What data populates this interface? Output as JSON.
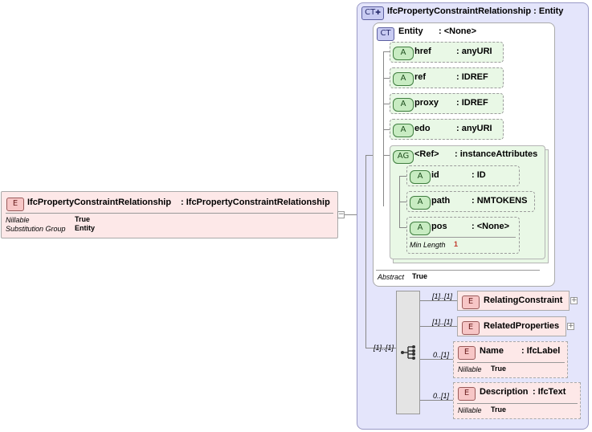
{
  "root": {
    "badge": "E",
    "name": "IfcPropertyConstraintRelationship",
    "type": ": IfcPropertyConstraintRelationship",
    "props": [
      {
        "label": "Nillable",
        "value": "True"
      },
      {
        "label": "Substitution Group",
        "value": "Entity"
      }
    ]
  },
  "complex_type": {
    "badge": "CT",
    "title": "IfcPropertyConstraintRelationship : Entity"
  },
  "entity": {
    "badge": "CT",
    "name": "Entity",
    "type": ": <None>",
    "abstract_label": "Abstract",
    "abstract_value": "True"
  },
  "attributes": [
    {
      "badge": "A",
      "name": "href",
      "type": ": anyURI"
    },
    {
      "badge": "A",
      "name": "ref",
      "type": ": IDREF"
    },
    {
      "badge": "A",
      "name": "proxy",
      "type": ": IDREF"
    },
    {
      "badge": "A",
      "name": "edo",
      "type": ": anyURI"
    }
  ],
  "attribute_group": {
    "badge": "AG",
    "name": "<Ref>",
    "type": ": instanceAttributes",
    "attributes": [
      {
        "badge": "A",
        "name": "id",
        "type": ": ID"
      },
      {
        "badge": "A",
        "name": "path",
        "type": ": NMTOKENS"
      },
      {
        "badge": "A",
        "name": "pos",
        "type": ": <None>",
        "min_length_label": "Min Length",
        "min_length_value": "1"
      }
    ]
  },
  "sequence": {
    "cardinality": "[1]..[1]"
  },
  "children": [
    {
      "badge": "E",
      "name": "RelatingConstraint",
      "type": "",
      "cardinality": "[1]..[1]"
    },
    {
      "badge": "E",
      "name": "RelatedProperties",
      "type": "",
      "cardinality": "[1]..[1]"
    },
    {
      "badge": "E",
      "name": "Name",
      "type": ": IfcLabel",
      "cardinality": "0..[1]",
      "nillable_label": "Nillable",
      "nillable_value": "True"
    },
    {
      "badge": "E",
      "name": "Description",
      "type": ": IfcText",
      "cardinality": "0..[1]",
      "nillable_label": "Nillable",
      "nillable_value": "True"
    }
  ],
  "colors": {
    "element_fill": "#fde8e8",
    "attribute_fill": "#e9f8e6",
    "complex_type_fill": "#e4e5fb",
    "line": "#888888"
  },
  "icons": {
    "expand": "plus-box-icon",
    "collapse": "minus-box-icon",
    "sequence": "sequence-icon"
  }
}
